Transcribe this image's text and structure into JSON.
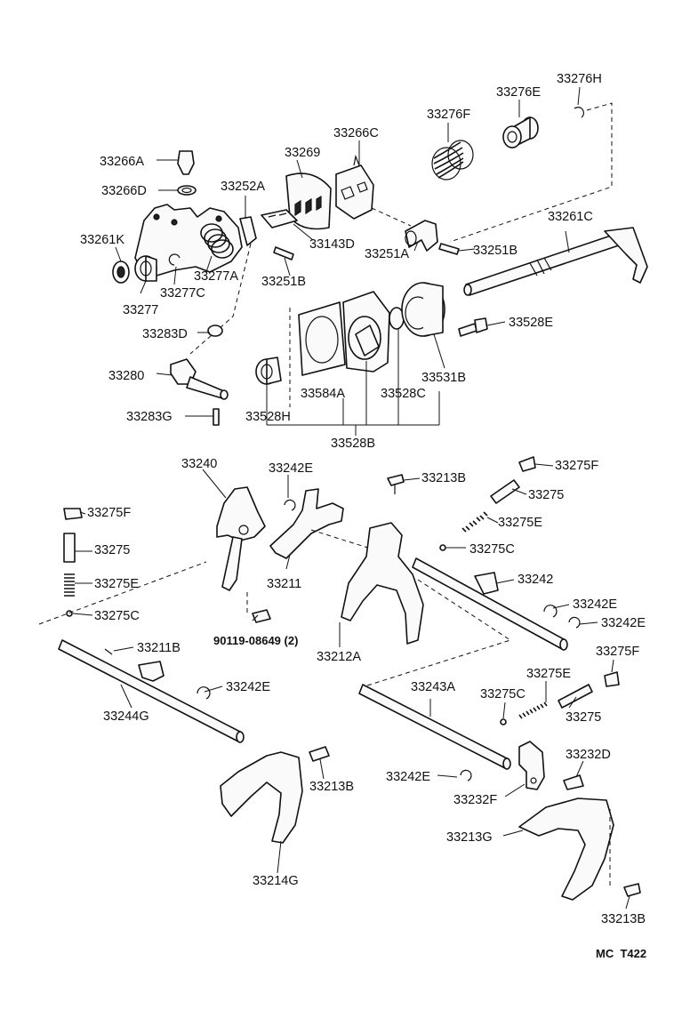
{
  "diagram_code": "MC  T422",
  "labels": [
    {
      "id": "33276H",
      "text": "33276H"
    },
    {
      "id": "33276E",
      "text": "33276E"
    },
    {
      "id": "33276F",
      "text": "33276F"
    },
    {
      "id": "33266C",
      "text": "33266C"
    },
    {
      "id": "33269",
      "text": "33269"
    },
    {
      "id": "33266A",
      "text": "33266A"
    },
    {
      "id": "33266D",
      "text": "33266D"
    },
    {
      "id": "33252A",
      "text": "33252A"
    },
    {
      "id": "33261C",
      "text": "33261C"
    },
    {
      "id": "33261K",
      "text": "33261K"
    },
    {
      "id": "33143D",
      "text": "33143D"
    },
    {
      "id": "33251A",
      "text": "33251A"
    },
    {
      "id": "33251B_a",
      "text": "33251B"
    },
    {
      "id": "33277A",
      "text": "33277A"
    },
    {
      "id": "33251B_b",
      "text": "33251B"
    },
    {
      "id": "33277C",
      "text": "33277C"
    },
    {
      "id": "33277",
      "text": "33277"
    },
    {
      "id": "33528E",
      "text": "33528E"
    },
    {
      "id": "33283D",
      "text": "33283D"
    },
    {
      "id": "33280",
      "text": "33280"
    },
    {
      "id": "33531B",
      "text": "33531B"
    },
    {
      "id": "33584A",
      "text": "33584A"
    },
    {
      "id": "33528C",
      "text": "33528C"
    },
    {
      "id": "33283G",
      "text": "33283G"
    },
    {
      "id": "33528H",
      "text": "33528H"
    },
    {
      "id": "33528B",
      "text": "33528B"
    },
    {
      "id": "33240",
      "text": "33240"
    },
    {
      "id": "33242E_a",
      "text": "33242E"
    },
    {
      "id": "33213B_a",
      "text": "33213B"
    },
    {
      "id": "33275F_a",
      "text": "33275F"
    },
    {
      "id": "33275_a",
      "text": "33275"
    },
    {
      "id": "33275F_b",
      "text": "33275F"
    },
    {
      "id": "33275E_a",
      "text": "33275E"
    },
    {
      "id": "33275_b",
      "text": "33275"
    },
    {
      "id": "33275C_a",
      "text": "33275C"
    },
    {
      "id": "33242",
      "text": "33242"
    },
    {
      "id": "33211",
      "text": "33211"
    },
    {
      "id": "33275E_b",
      "text": "33275E"
    },
    {
      "id": "33242E_b",
      "text": "33242E"
    },
    {
      "id": "33275C_b",
      "text": "33275C"
    },
    {
      "id": "33242E_c",
      "text": "33242E"
    },
    {
      "id": "90119",
      "text": "90119-08649 (2)"
    },
    {
      "id": "33212A",
      "text": "33212A"
    },
    {
      "id": "33275F_c",
      "text": "33275F"
    },
    {
      "id": "33211B",
      "text": "33211B"
    },
    {
      "id": "33275E_c",
      "text": "33275E"
    },
    {
      "id": "33243A",
      "text": "33243A"
    },
    {
      "id": "33275C_c",
      "text": "33275C"
    },
    {
      "id": "33242E_d",
      "text": "33242E"
    },
    {
      "id": "33244G",
      "text": "33244G"
    },
    {
      "id": "33275_c",
      "text": "33275"
    },
    {
      "id": "33232D",
      "text": "33232D"
    },
    {
      "id": "33213B_b",
      "text": "33213B"
    },
    {
      "id": "33242E_e",
      "text": "33242E"
    },
    {
      "id": "33232F",
      "text": "33232F"
    },
    {
      "id": "33213G",
      "text": "33213G"
    },
    {
      "id": "33214G",
      "text": "33214G"
    },
    {
      "id": "33213B_c",
      "text": "33213B"
    }
  ]
}
